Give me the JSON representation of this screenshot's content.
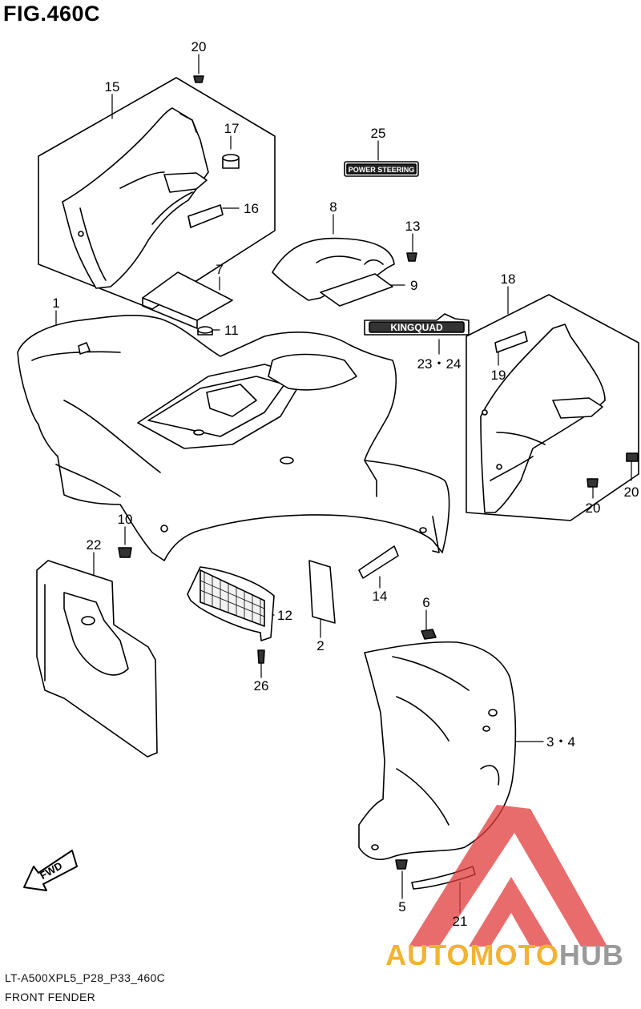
{
  "figure": {
    "title": "FIG.460C"
  },
  "footer": {
    "code": "LT-A500XPL5_P28_P33_460C",
    "name": "FRONT FENDER"
  },
  "badges": {
    "power_steering": "POWER STEERING",
    "kingquad": "KINGQUAD",
    "fwd": "FWD"
  },
  "watermark": {
    "prefix": "AUTOMOTO",
    "suffix": "HUB",
    "prefix_color": "#f2b233",
    "suffix_color": "#9a9a9a",
    "logo_color": "#e23b3b"
  },
  "callouts": [
    {
      "id": "c20a",
      "text": "20"
    },
    {
      "id": "c15",
      "text": "15"
    },
    {
      "id": "c17",
      "text": "17"
    },
    {
      "id": "c25",
      "text": "25"
    },
    {
      "id": "c16",
      "text": "16"
    },
    {
      "id": "c8",
      "text": "8"
    },
    {
      "id": "c13",
      "text": "13"
    },
    {
      "id": "c7",
      "text": "7"
    },
    {
      "id": "c9",
      "text": "9"
    },
    {
      "id": "c1",
      "text": "1"
    },
    {
      "id": "c18",
      "text": "18"
    },
    {
      "id": "c11",
      "text": "11"
    },
    {
      "id": "c2324",
      "text": "23・24"
    },
    {
      "id": "c19",
      "text": "19"
    },
    {
      "id": "c20b",
      "text": "20"
    },
    {
      "id": "c20c",
      "text": "20"
    },
    {
      "id": "c10",
      "text": "10"
    },
    {
      "id": "c22",
      "text": "22"
    },
    {
      "id": "c14",
      "text": "14"
    },
    {
      "id": "c12",
      "text": "12"
    },
    {
      "id": "c6",
      "text": "6"
    },
    {
      "id": "c2",
      "text": "2"
    },
    {
      "id": "c26",
      "text": "26"
    },
    {
      "id": "c34",
      "text": "3・4"
    },
    {
      "id": "c5",
      "text": "5"
    },
    {
      "id": "c21",
      "text": "21"
    }
  ]
}
